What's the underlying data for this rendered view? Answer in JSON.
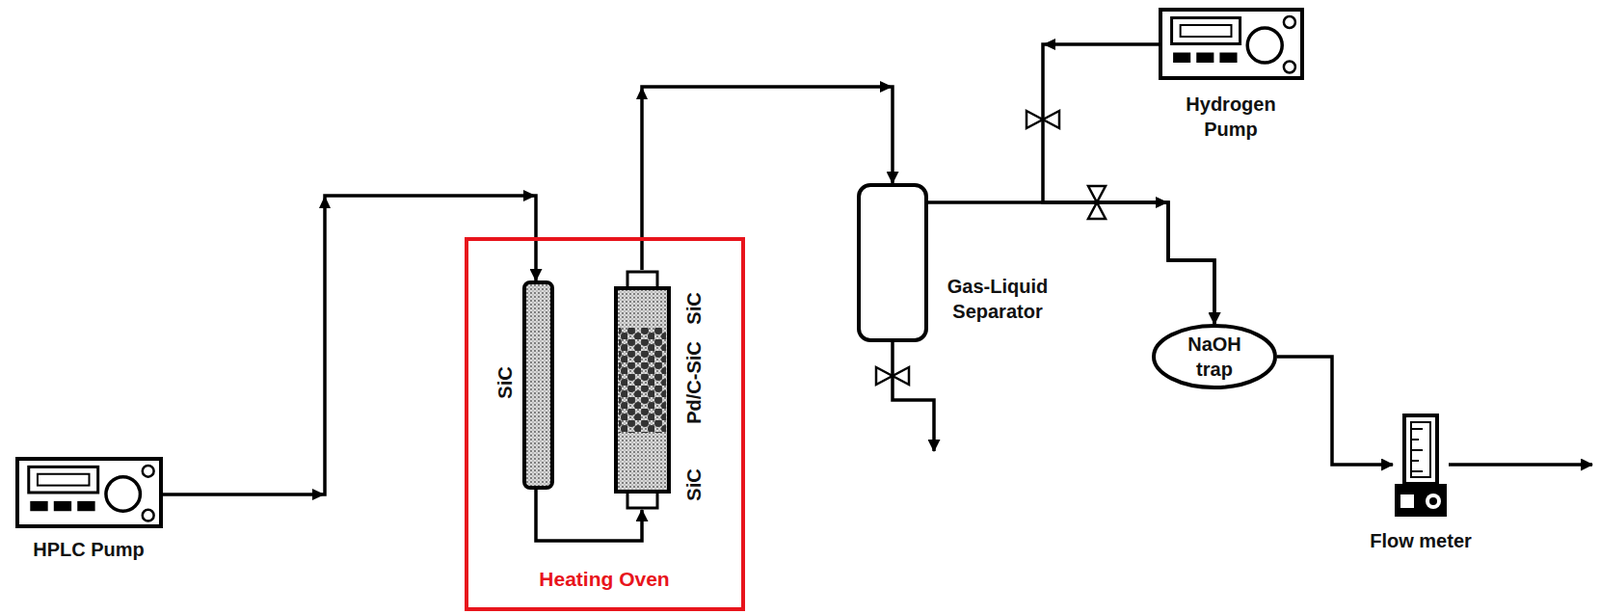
{
  "diagram": {
    "nodes": [
      {
        "text": [
          "HPLC Pump"
        ]
      },
      {
        "text": [
          "Heating Oven"
        ]
      },
      {
        "text": [
          "SiC"
        ],
        "in": 1
      },
      {
        "text": [
          "SiC",
          "Pd/C-SiC",
          "SiC"
        ],
        "in": 1
      },
      {
        "text": [
          "Gas-Liquid Separator"
        ]
      },
      {
        "text": [
          "Hydrogen Pump"
        ]
      },
      {
        "text": [
          "NaOH trap"
        ]
      },
      {
        "text": [
          "Flow meter"
        ]
      }
    ],
    "edges": [
      {
        "from": 0,
        "to": 2,
        "arrow": "to"
      },
      {
        "from": 2,
        "to": 3,
        "arrow": "to"
      },
      {
        "from": 3,
        "to": 4,
        "arrow": "to"
      },
      {
        "from": 4,
        "to": 6,
        "arrow": "to"
      },
      {
        "from": 5,
        "to": 6,
        "arrow": "to"
      },
      {
        "from": 6,
        "to": 7,
        "arrow": "to"
      }
    ]
  }
}
